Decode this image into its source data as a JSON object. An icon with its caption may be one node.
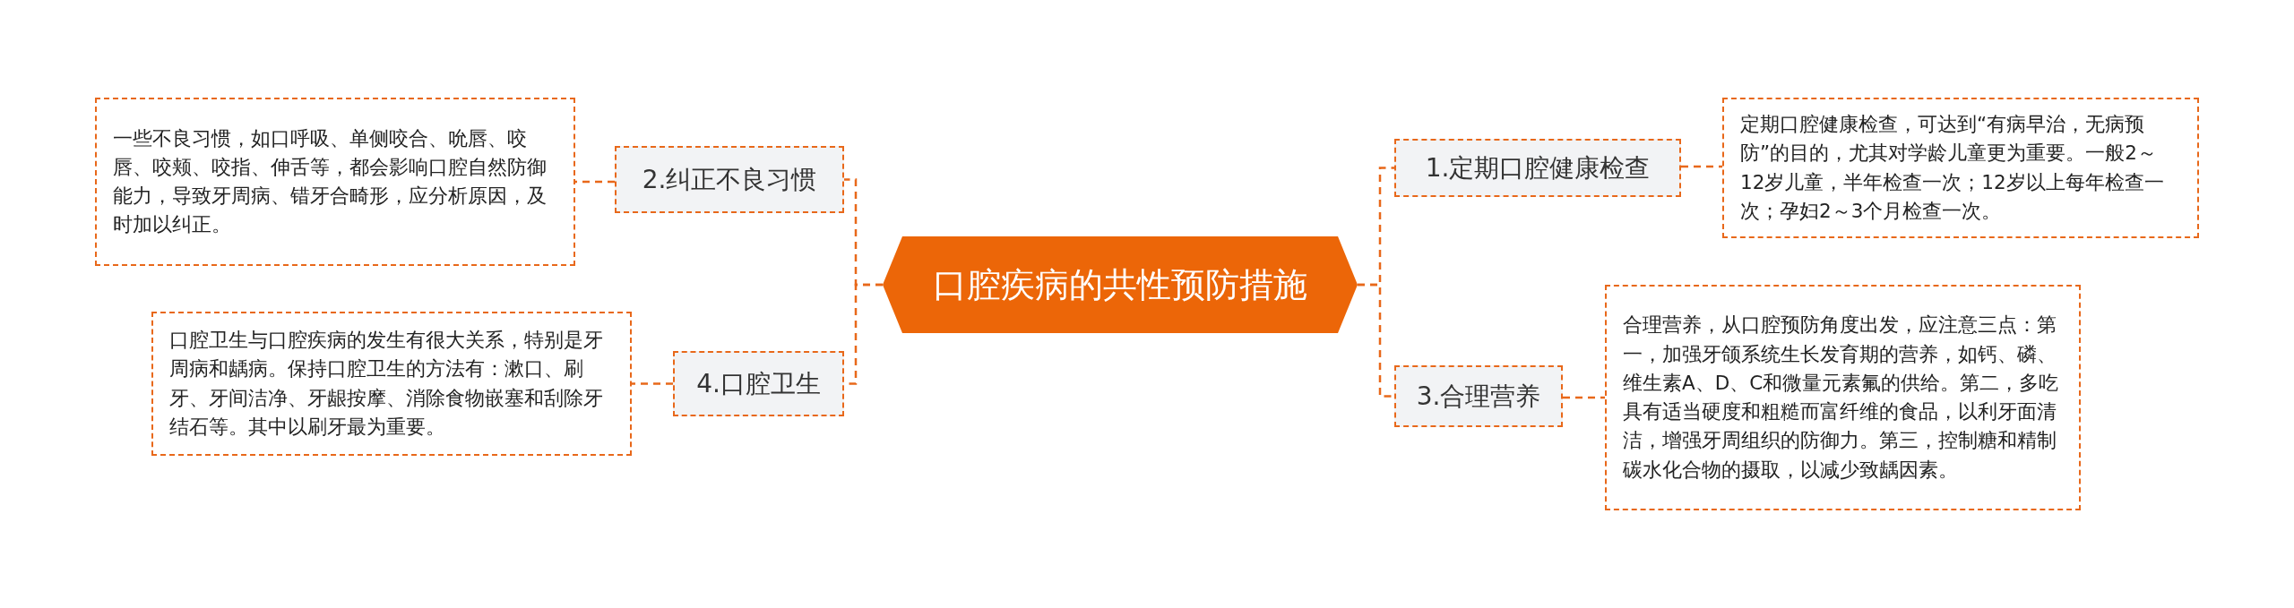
{
  "diagram": {
    "nodes": [
      {
        "text": [
          "口腔疾病的共性预防措施"
        ]
      },
      {
        "text": [
          "1.定期口腔健康检查"
        ]
      },
      {
        "text": [
          "定期口腔健康检查，可达到“有病早治，无病预防”的目的，尤其对学龄儿童更为重要。一般2～12岁儿童，半年检查一次；12岁以上每年检查一次；孕妇2～3个月检查一次。"
        ]
      },
      {
        "text": [
          "2.纠正不良习惯"
        ]
      },
      {
        "text": [
          "一些不良习惯，如口呼吸、单侧咬合、吮唇、咬唇、咬颊、咬指、伸舌等，都会影响口腔自然防御能力，导致牙周病、错牙合畸形，应分析原因，及时加以纠正。"
        ]
      },
      {
        "text": [
          "3.合理营养"
        ]
      },
      {
        "text": [
          "合理营养，从口腔预防角度出发，应注意三点：第一，加强牙颌系统生长发育期的营养，如钙、磷、维生素A、D、C和微量元素氟的供给。第二，多吃具有适当硬度和粗糙而富纤维的食品，以利牙面清洁，增强牙周组织的防御力。第三，控制糖和精制碳水化合物的摄取，以减少致龋因素。"
        ]
      },
      {
        "text": [
          "4.口腔卫生"
        ]
      },
      {
        "text": [
          "口腔卫生与口腔疾病的发生有很大关系，特别是牙周病和龋病。保持口腔卫生的方法有：漱口、刷牙、牙间洁净、牙龈按摩、消除食物嵌塞和刮除牙结石等。其中以刷牙最为重要。"
        ]
      }
    ],
    "edges": [
      {
        "from": 0,
        "to": 1,
        "arrow": "none",
        "style": "dashed"
      },
      {
        "from": 1,
        "to": 2,
        "arrow": "none",
        "style": "dashed"
      },
      {
        "from": 0,
        "to": 3,
        "arrow": "none",
        "style": "dashed"
      },
      {
        "from": 3,
        "to": 4,
        "arrow": "none",
        "style": "dashed"
      },
      {
        "from": 0,
        "to": 5,
        "arrow": "none",
        "style": "dashed"
      },
      {
        "from": 5,
        "to": 6,
        "arrow": "none",
        "style": "dashed"
      },
      {
        "from": 0,
        "to": 7,
        "arrow": "none",
        "style": "dashed"
      },
      {
        "from": 7,
        "to": 8,
        "arrow": "none",
        "style": "dashed"
      }
    ]
  }
}
